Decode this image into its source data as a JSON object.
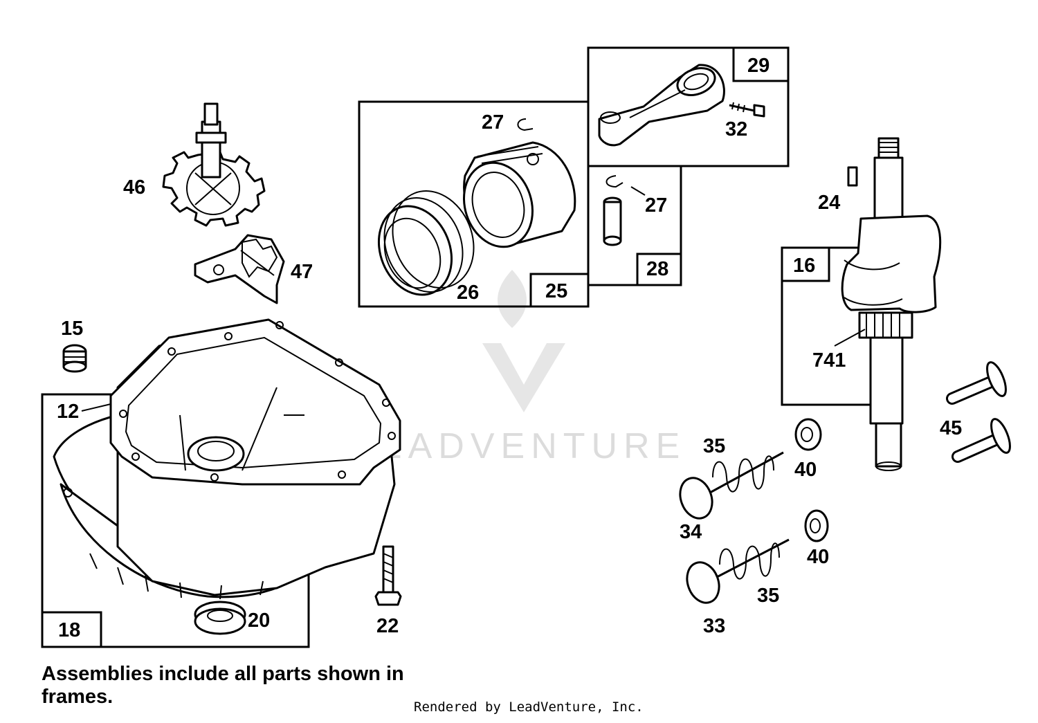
{
  "labels": {
    "p46": "46",
    "p47": "47",
    "p15": "15",
    "p12": "12",
    "p18": "18",
    "p20": "20",
    "p22": "22",
    "p27a": "27",
    "p26": "26",
    "p25": "25",
    "p29": "29",
    "p32": "32",
    "p27b": "27",
    "p28": "28",
    "p24": "24",
    "p16": "16",
    "p741": "741",
    "p45": "45",
    "p35a": "35",
    "p40a": "40",
    "p34": "34",
    "p40b": "40",
    "p35b": "35",
    "p33": "33"
  },
  "watermark": "LEADVENTURE",
  "note": "Assemblies include all parts shown in frames.",
  "credit": "Rendered by LeadVenture, Inc."
}
